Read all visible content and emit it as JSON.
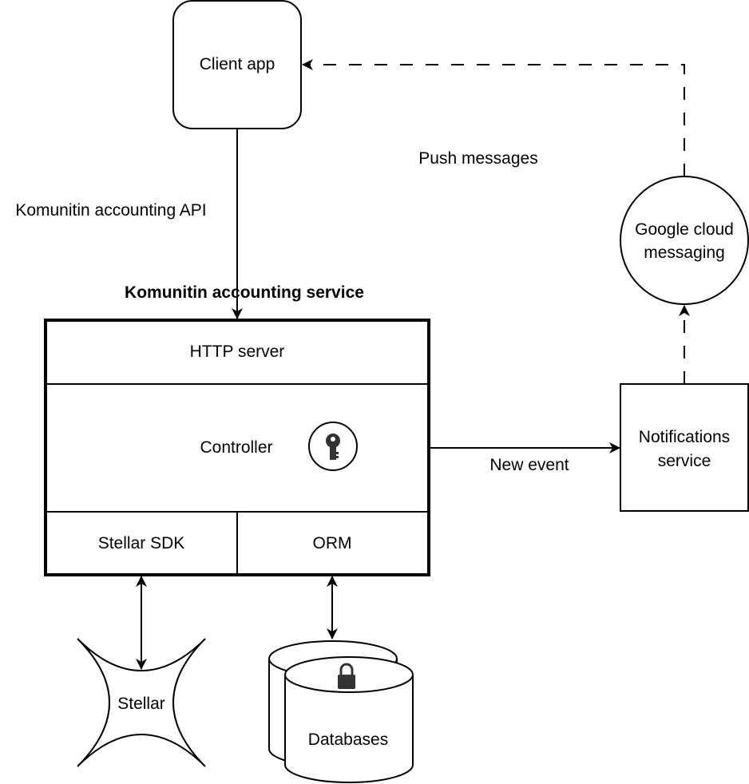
{
  "title": "Komunitin accounting service",
  "nodes": {
    "client_app": "Client app",
    "http_server": "HTTP server",
    "controller": "Controller",
    "stellar_sdk": "Stellar SDK",
    "orm": "ORM",
    "notifications": [
      "Notifications",
      "service"
    ],
    "gcm": [
      "Google cloud",
      "messaging"
    ],
    "stellar": "Stellar",
    "databases": "Databases"
  },
  "edges": {
    "api": "Komunitin accounting API",
    "push": "Push messages",
    "event": "New event"
  },
  "icons": {
    "controller_icon": "key-icon",
    "database_icon": "lock-icon"
  },
  "colors": {
    "stroke": "#000000",
    "fill": "#ffffff",
    "icon": "#333333"
  }
}
